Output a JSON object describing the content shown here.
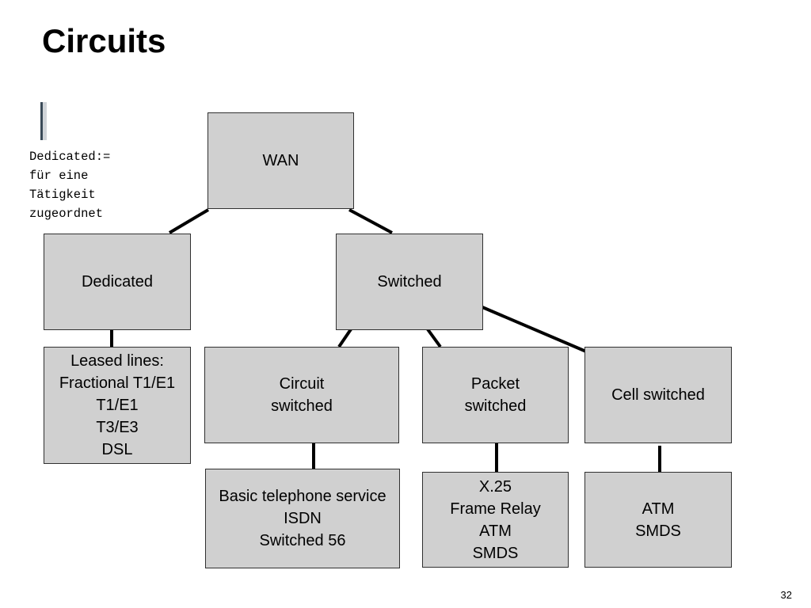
{
  "title": "Circuits",
  "note": "Dedicated:=\nfür eine\nTätigkeit\nzugeordnet",
  "nodes": {
    "wan": "WAN",
    "dedicated": "Dedicated",
    "switched": "Switched",
    "leased_lines": "Leased lines:\nFractional T1/E1\nT1/E1\nT3/E3\nDSL",
    "circuit_switched": "Circuit\nswitched",
    "packet_switched": "Packet\nswitched",
    "cell_switched": "Cell switched",
    "circuit_examples": "Basic telephone service\nISDN\nSwitched 56",
    "packet_examples": "X.25\nFrame Relay\nATM\nSMDS",
    "cell_examples": "ATM\nSMDS"
  },
  "page_number": "32",
  "colors": {
    "node_fill": "#d0d0d0",
    "node_border": "#303030",
    "connector": "#000000"
  }
}
